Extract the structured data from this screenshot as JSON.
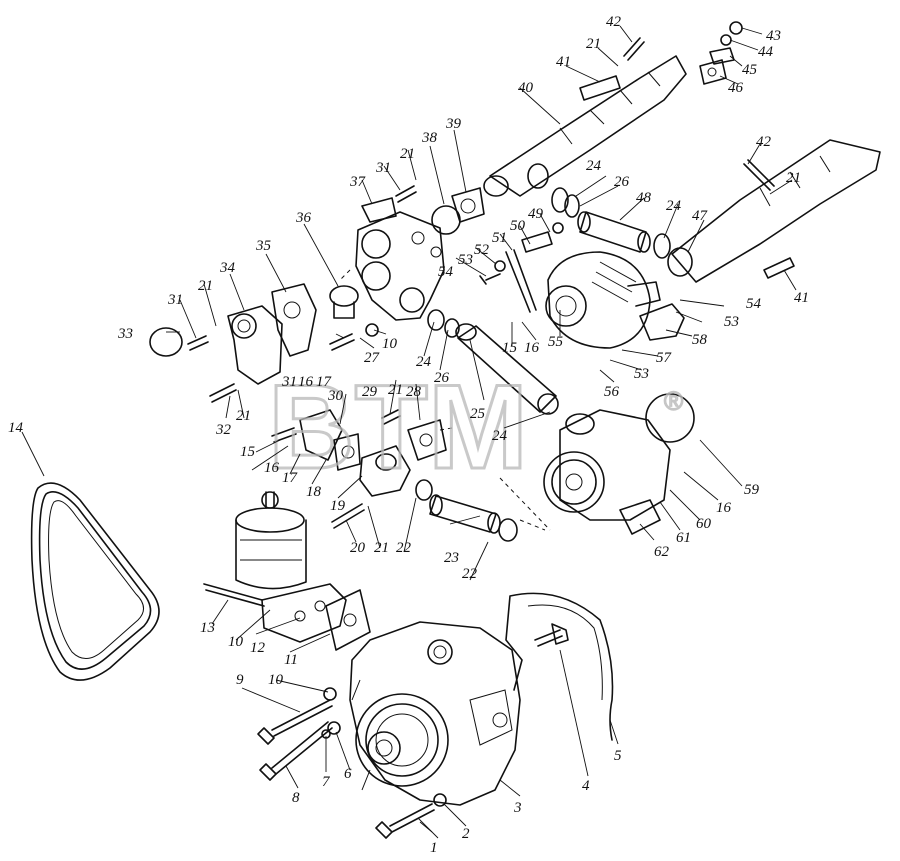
{
  "watermark": {
    "text": "BTM",
    "mark": "®"
  },
  "labels": [
    {
      "id": "1",
      "text": "1"
    },
    {
      "id": "2",
      "text": "2"
    },
    {
      "id": "3",
      "text": "3"
    },
    {
      "id": "4",
      "text": "4"
    },
    {
      "id": "5",
      "text": "5"
    },
    {
      "id": "6",
      "text": "6"
    },
    {
      "id": "7",
      "text": "7"
    },
    {
      "id": "8",
      "text": "8"
    },
    {
      "id": "9",
      "text": "9"
    },
    {
      "id": "10a",
      "text": "10"
    },
    {
      "id": "10b",
      "text": "10"
    },
    {
      "id": "10c",
      "text": "10"
    },
    {
      "id": "11",
      "text": "11"
    },
    {
      "id": "12",
      "text": "12"
    },
    {
      "id": "13",
      "text": "13"
    },
    {
      "id": "14",
      "text": "14"
    },
    {
      "id": "15a",
      "text": "15"
    },
    {
      "id": "15b",
      "text": "15"
    },
    {
      "id": "16a",
      "text": "16"
    },
    {
      "id": "16b",
      "text": "16"
    },
    {
      "id": "16c",
      "text": "16"
    },
    {
      "id": "16d",
      "text": "16"
    },
    {
      "id": "17a",
      "text": "17"
    },
    {
      "id": "17b",
      "text": "17"
    },
    {
      "id": "18",
      "text": "18"
    },
    {
      "id": "19",
      "text": "19"
    },
    {
      "id": "20",
      "text": "20"
    },
    {
      "id": "21a",
      "text": "21"
    },
    {
      "id": "21b",
      "text": "21"
    },
    {
      "id": "21c",
      "text": "21"
    },
    {
      "id": "21d",
      "text": "21"
    },
    {
      "id": "21e",
      "text": "21"
    },
    {
      "id": "21f",
      "text": "21"
    },
    {
      "id": "21g",
      "text": "21"
    },
    {
      "id": "22a",
      "text": "22"
    },
    {
      "id": "22b",
      "text": "22"
    },
    {
      "id": "23",
      "text": "23"
    },
    {
      "id": "24a",
      "text": "24"
    },
    {
      "id": "24b",
      "text": "24"
    },
    {
      "id": "24c",
      "text": "24"
    },
    {
      "id": "24d",
      "text": "24"
    },
    {
      "id": "25",
      "text": "25"
    },
    {
      "id": "26a",
      "text": "26"
    },
    {
      "id": "26b",
      "text": "26"
    },
    {
      "id": "27",
      "text": "27"
    },
    {
      "id": "28",
      "text": "28"
    },
    {
      "id": "29",
      "text": "29"
    },
    {
      "id": "30",
      "text": "30"
    },
    {
      "id": "31a",
      "text": "31"
    },
    {
      "id": "31b",
      "text": "31"
    },
    {
      "id": "31c",
      "text": "31"
    },
    {
      "id": "32",
      "text": "32"
    },
    {
      "id": "33",
      "text": "33"
    },
    {
      "id": "34",
      "text": "34"
    },
    {
      "id": "35",
      "text": "35"
    },
    {
      "id": "36",
      "text": "36"
    },
    {
      "id": "37",
      "text": "37"
    },
    {
      "id": "38",
      "text": "38"
    },
    {
      "id": "39",
      "text": "39"
    },
    {
      "id": "40",
      "text": "40"
    },
    {
      "id": "41a",
      "text": "41"
    },
    {
      "id": "41b",
      "text": "41"
    },
    {
      "id": "42a",
      "text": "42"
    },
    {
      "id": "42b",
      "text": "42"
    },
    {
      "id": "43",
      "text": "43"
    },
    {
      "id": "44",
      "text": "44"
    },
    {
      "id": "45",
      "text": "45"
    },
    {
      "id": "46",
      "text": "46"
    },
    {
      "id": "47",
      "text": "47"
    },
    {
      "id": "48",
      "text": "48"
    },
    {
      "id": "49",
      "text": "49"
    },
    {
      "id": "50",
      "text": "50"
    },
    {
      "id": "51",
      "text": "51"
    },
    {
      "id": "52",
      "text": "52"
    },
    {
      "id": "53a",
      "text": "53"
    },
    {
      "id": "53b",
      "text": "53"
    },
    {
      "id": "54a",
      "text": "54"
    },
    {
      "id": "54b",
      "text": "54"
    },
    {
      "id": "55",
      "text": "55"
    },
    {
      "id": "56",
      "text": "56"
    },
    {
      "id": "57",
      "text": "57"
    },
    {
      "id": "58",
      "text": "58"
    },
    {
      "id": "59",
      "text": "59"
    },
    {
      "id": "60",
      "text": "60"
    },
    {
      "id": "61",
      "text": "61"
    },
    {
      "id": "62",
      "text": "62"
    }
  ]
}
